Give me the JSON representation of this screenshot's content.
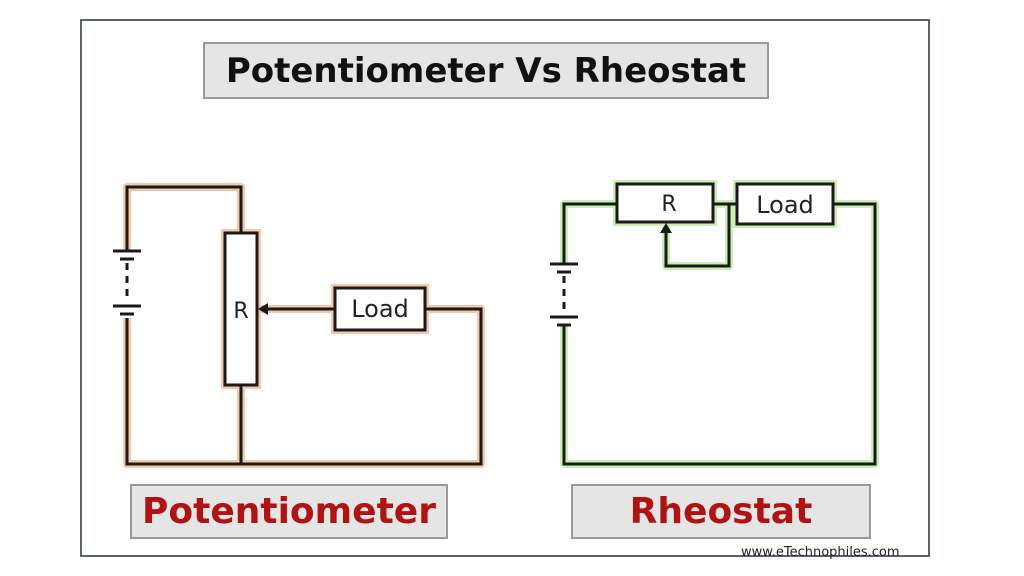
{
  "title": "Potentiometer Vs Rheostat",
  "potentiometer": {
    "label": "Potentiometer",
    "resistor_label": "R",
    "load_label": "Load"
  },
  "rheostat": {
    "label": "Rheostat",
    "resistor_label": "R",
    "load_label": "Load"
  },
  "watermark": "www.eTechnophiles.com",
  "colors": {
    "label_text": "#b01313",
    "potentiometer_glow": "#f6c7a8",
    "rheostat_glow": "#c9efb4",
    "frame": "#5a6470"
  }
}
